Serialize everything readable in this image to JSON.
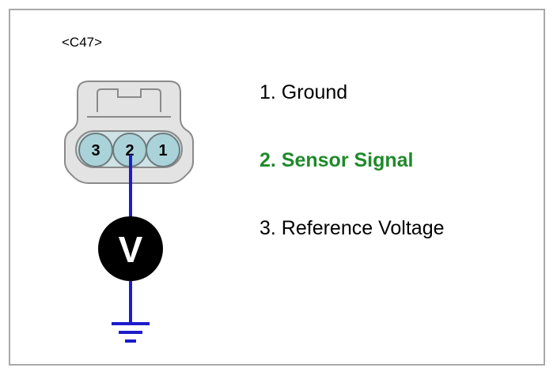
{
  "connector": {
    "id": "<C47>",
    "pins": [
      {
        "label": "3"
      },
      {
        "label": "2"
      },
      {
        "label": "1"
      }
    ]
  },
  "legend": [
    {
      "text": "1. Ground",
      "highlight": false
    },
    {
      "text": "2. Sensor Signal",
      "highlight": true
    },
    {
      "text": "3. Reference Voltage",
      "highlight": false
    }
  ],
  "meter": {
    "symbol": "V"
  },
  "colors": {
    "frame_border": "#a9a9a9",
    "connector_body": "#e3e3e3",
    "connector_outline": "#8a8a8a",
    "pin_fill": "#a9d3d9",
    "wire": "#1c1ccc",
    "meter_fill": "#000000",
    "meter_symbol": "#ffffff",
    "highlight_text": "#1f8a2a",
    "normal_text": "#000000"
  }
}
